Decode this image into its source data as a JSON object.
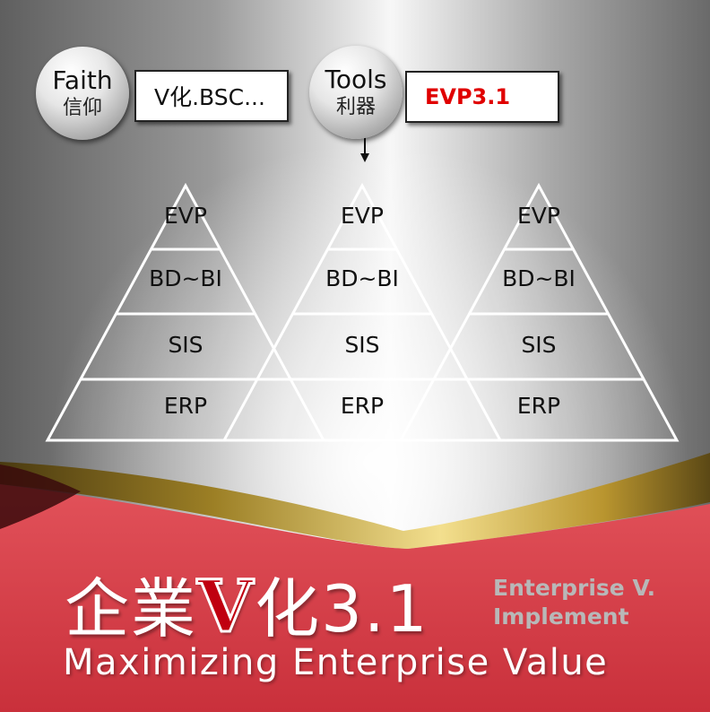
{
  "faith": {
    "title_en": "Faith",
    "title_zh": "信仰",
    "label": "V化.BSC..."
  },
  "tools": {
    "title_en": "Tools",
    "title_zh": "利器",
    "label": "EVP3.1"
  },
  "pyramid_layers": [
    "EVP",
    "BD~BI",
    "SIS",
    "ERP"
  ],
  "banner": {
    "title_prefix": "企業",
    "title_v": "V",
    "title_suffix": "化3.1",
    "brand_line1": "Enterprise V.",
    "brand_line2": "Implement",
    "tagline": "Maximizing Enterprise Value"
  },
  "colors": {
    "banner_red": "#d93a45",
    "accent_red": "#e00000",
    "gold": "#c9a437"
  }
}
